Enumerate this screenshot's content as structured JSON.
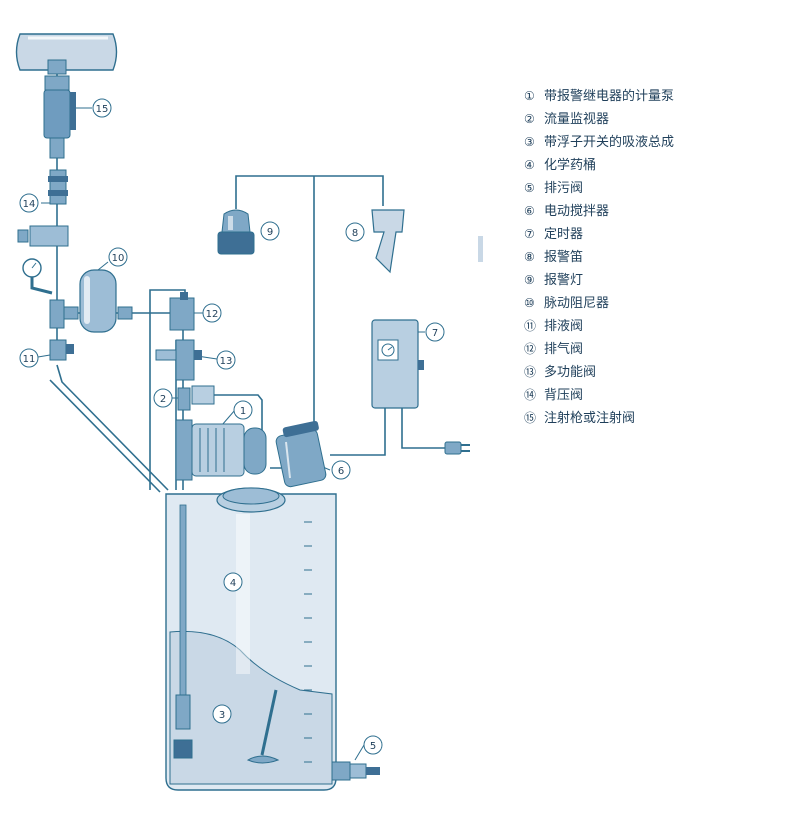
{
  "legend": [
    {
      "num": "①",
      "label": "带报警继电器的计量泵"
    },
    {
      "num": "②",
      "label": "流量监视器"
    },
    {
      "num": "③",
      "label": "带浮子开关的吸液总成"
    },
    {
      "num": "④",
      "label": "化学药桶"
    },
    {
      "num": "⑤",
      "label": "排污阀"
    },
    {
      "num": "⑥",
      "label": "电动搅拌器"
    },
    {
      "num": "⑦",
      "label": "定时器"
    },
    {
      "num": "⑧",
      "label": "报警笛"
    },
    {
      "num": "⑨",
      "label": "报警灯"
    },
    {
      "num": "⑩",
      "label": "脉动阻尼器"
    },
    {
      "num": "⑪",
      "label": "排液阀"
    },
    {
      "num": "⑫",
      "label": "排气阀"
    },
    {
      "num": "⑬",
      "label": "多功能阀"
    },
    {
      "num": "⑭",
      "label": "背压阀"
    },
    {
      "num": "⑮",
      "label": "注射枪或注射阀"
    }
  ],
  "callouts": [
    "1",
    "2",
    "3",
    "4",
    "5",
    "6",
    "7",
    "8",
    "9",
    "10",
    "11",
    "12",
    "13",
    "14",
    "15"
  ],
  "colors": {
    "line": "#2f6f8f",
    "tank_fill": "#dfe9f2",
    "liquid_fill": "#c9d8e6",
    "equipment": "#7fa8c6",
    "equipment_dark": "#3e6f95",
    "text": "#1f3f5a"
  }
}
